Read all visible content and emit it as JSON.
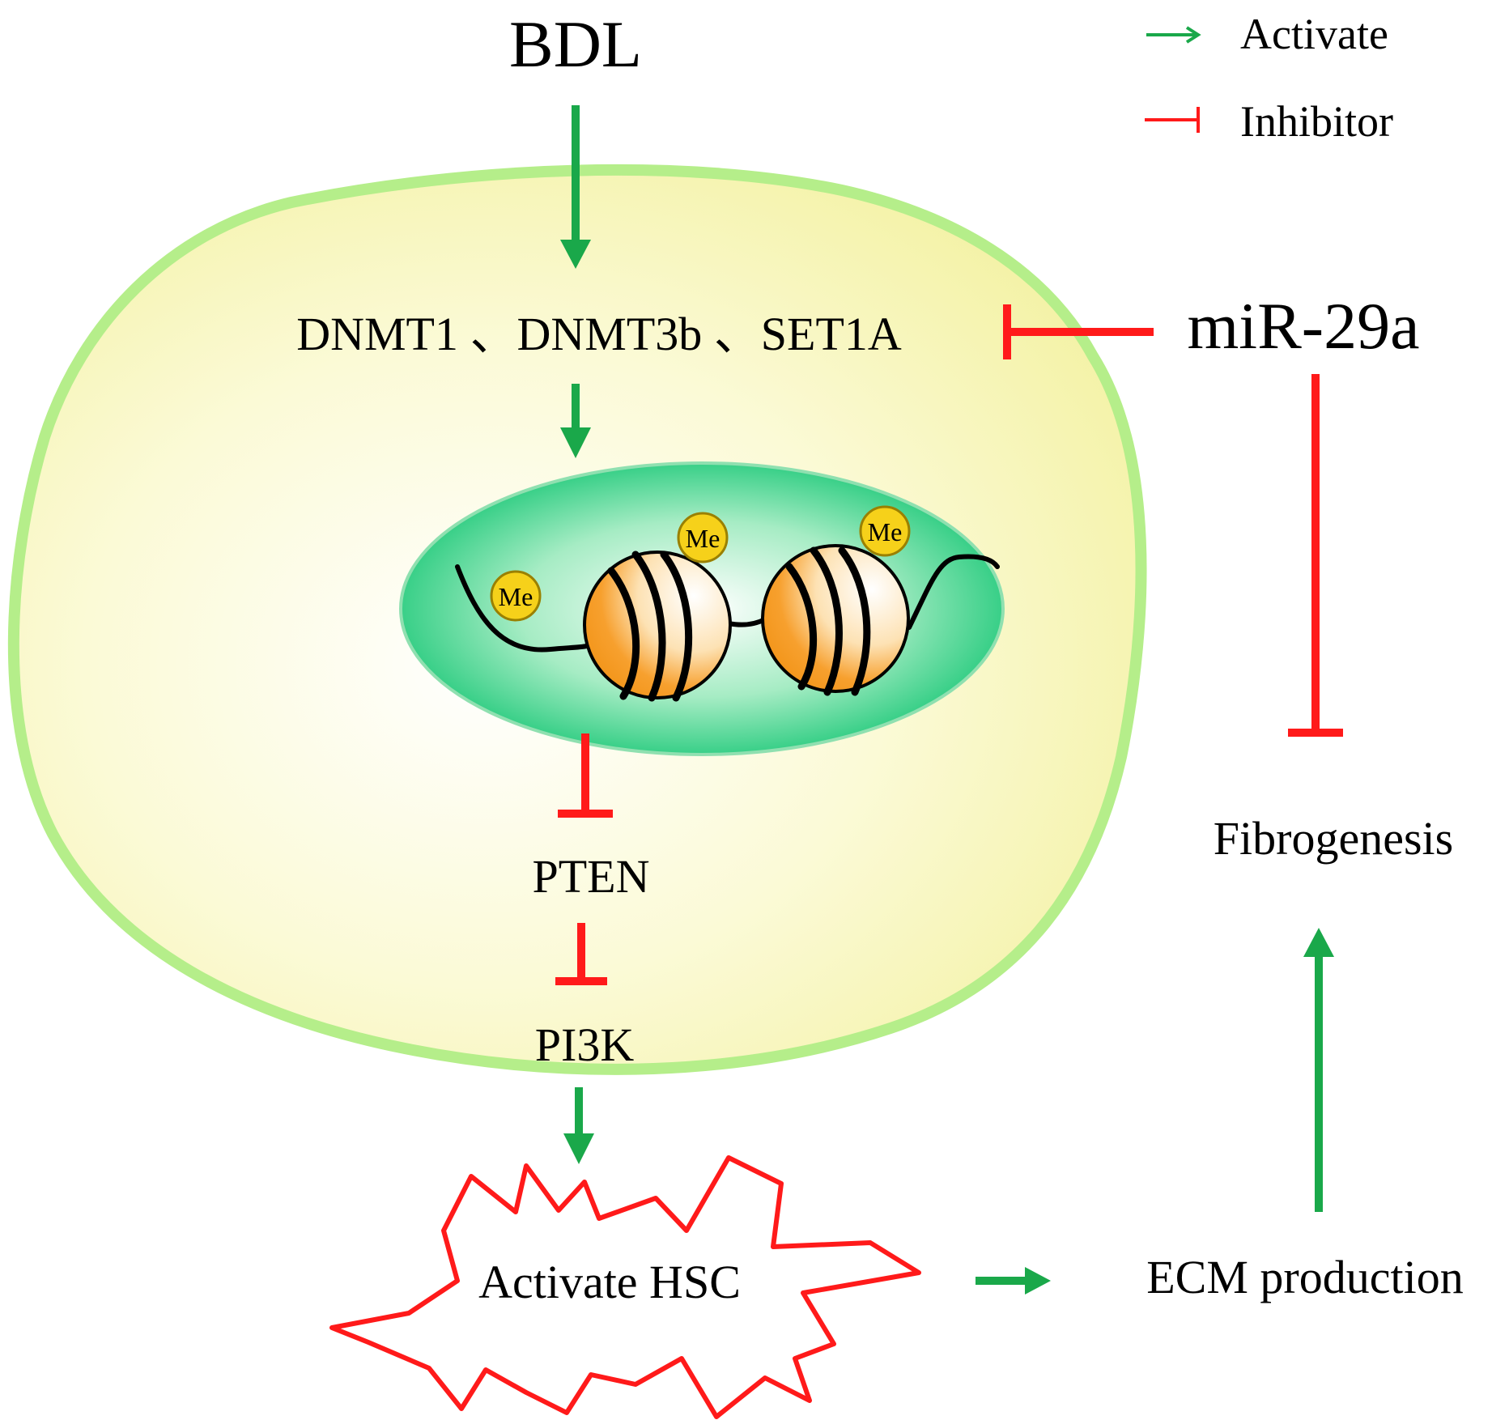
{
  "colors": {
    "activate": "#1aa84a",
    "inhibit": "#ff1a1a",
    "cell_fill": "#f4f2a6",
    "cell_border": "#b5ee8a",
    "nucleus": "#1cc878",
    "histone": "#f7a02e",
    "methyl": "#f6d11a",
    "hsc_outline": "#ff1a1a"
  },
  "legend": {
    "activate_label": "Activate",
    "inhibitor_label": "Inhibitor"
  },
  "nodes": {
    "bdl": "BDL",
    "enzymes": "DNMT1 、DNMT3b 、SET1A",
    "mir": "miR-29a",
    "methyl_mark": "Me",
    "pten": "PTEN",
    "pi3k": "PI3K",
    "hsc": "Activate HSC",
    "ecm": "ECM production",
    "fibrogenesis": "Fibrogenesis"
  }
}
